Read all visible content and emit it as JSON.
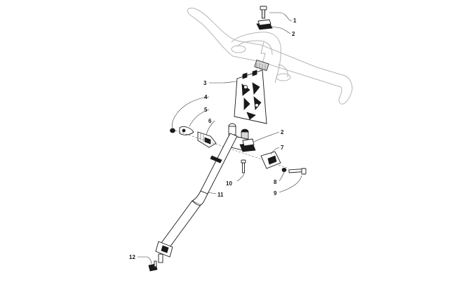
{
  "diagram": {
    "callouts": [
      {
        "id": "c1",
        "number": "1"
      },
      {
        "id": "c2a",
        "number": "2"
      },
      {
        "id": "c3",
        "number": "3"
      },
      {
        "id": "c4",
        "number": "4"
      },
      {
        "id": "c5",
        "number": "5"
      },
      {
        "id": "c6",
        "number": "6"
      },
      {
        "id": "c2b",
        "number": "2"
      },
      {
        "id": "c7",
        "number": "7"
      },
      {
        "id": "c10",
        "number": "10"
      },
      {
        "id": "c11",
        "number": "11"
      },
      {
        "id": "c8",
        "number": "8"
      },
      {
        "id": "c9",
        "number": "9"
      },
      {
        "id": "c12",
        "number": "12"
      }
    ]
  }
}
